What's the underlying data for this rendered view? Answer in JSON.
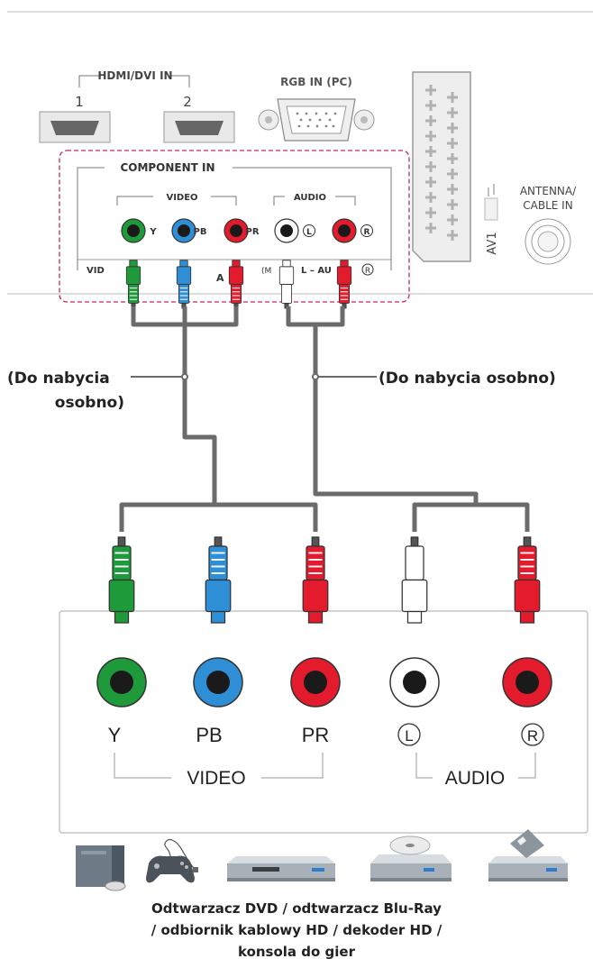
{
  "tv_panel": {
    "hdmi_label": "HDMI/DVI IN",
    "hdmi_port_1": "1",
    "hdmi_port_2": "2",
    "rgb_label": "RGB IN (PC)",
    "component_label": "COMPONENT IN",
    "video_label": "VIDEO",
    "audio_label": "AUDIO",
    "jack_y": "Y",
    "jack_pb": "PB",
    "jack_pr": "PR",
    "jack_l": "L",
    "jack_r": "R",
    "under_row_left": "VID",
    "under_row_mid": "A",
    "under_row_mono": "(M",
    "under_row_audio": "L – AU",
    "under_row_r": "R",
    "av1_label": "AV1",
    "antenna_label_1": "ANTENNA/",
    "antenna_label_2": "CABLE IN"
  },
  "cable_notes": {
    "left_line1": "(Do nabycia",
    "left_line2": "osobno)",
    "right": "(Do nabycia osobno)"
  },
  "device_panel": {
    "jack_y": "Y",
    "jack_pb": "PB",
    "jack_pr": "PR",
    "jack_l": "L",
    "jack_r": "R",
    "video_label": "VIDEO",
    "audio_label": "AUDIO"
  },
  "caption": {
    "line1": "Odtwarzacz DVD / odtwarzacz Blu-Ray",
    "line2": "/ odbiornik kablowy HD / dekoder HD /",
    "line3": "konsola do gier"
  },
  "colors": {
    "green": "#1f9a3a",
    "blue": "#2f8fd6",
    "red": "#e31b2d",
    "white": "#ffffff",
    "cable": "#6b6b6b",
    "highlight_border": "#c8284f"
  }
}
